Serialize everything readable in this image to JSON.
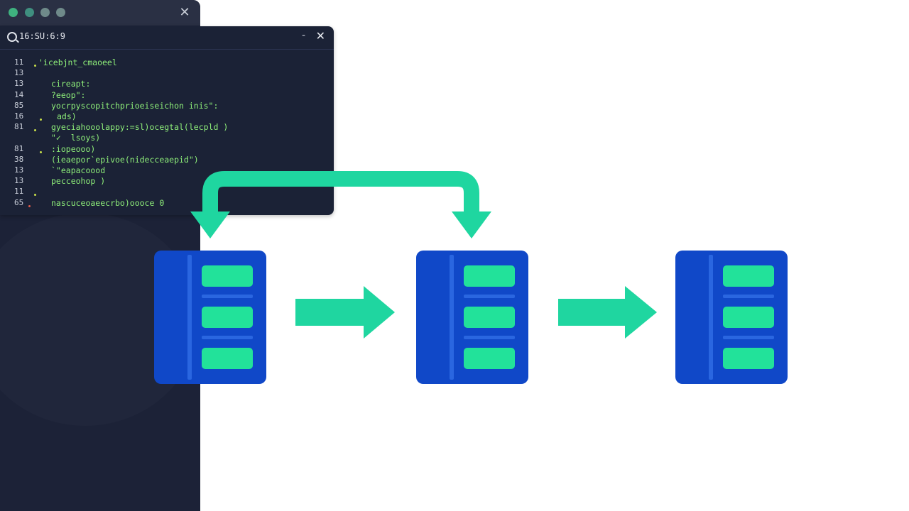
{
  "background_window": {
    "traffic_lights": [
      "#3fb27f",
      "#3f8f7f",
      "#6f8a8a",
      "#6f8a8a"
    ],
    "close_glyph": "✕"
  },
  "terminal": {
    "title": "16:SU:6:9",
    "minimize_glyph": "-",
    "close_glyph": "✕",
    "lines": [
      {
        "num": "11",
        "text": "'icebjnt_cmaoeel"
      },
      {
        "num": "13",
        "text": ""
      },
      {
        "num": "13",
        "text": "cireapt:"
      },
      {
        "num": "14",
        "text": "?eeop\":"
      },
      {
        "num": "85",
        "text": "yocrpyscopitchprioeiseichon inis\":"
      },
      {
        "num": "16",
        "text": "ads)"
      },
      {
        "num": "81",
        "text": "gyeciahooolappy:=sl)ocegtal(lecpld )"
      },
      {
        "num": "",
        "text": "\"✓  lsoys)"
      },
      {
        "num": "81",
        "text": ":iopeooo)"
      },
      {
        "num": "38",
        "text": "(ieaepor`epivoe(nidecceaepid\")"
      },
      {
        "num": "13",
        "text": "`\"eapacoood"
      },
      {
        "num": "13",
        "text": "pecceohop )"
      },
      {
        "num": "11",
        "text": ""
      },
      {
        "num": "65",
        "text": "nascuceoaeecrbo)oooce 0"
      }
    ]
  },
  "colors": {
    "server_body": "#1048c8",
    "server_slot": "#22e29a",
    "arrow": "#1fd6a0",
    "code_text": "#8ff07a"
  }
}
